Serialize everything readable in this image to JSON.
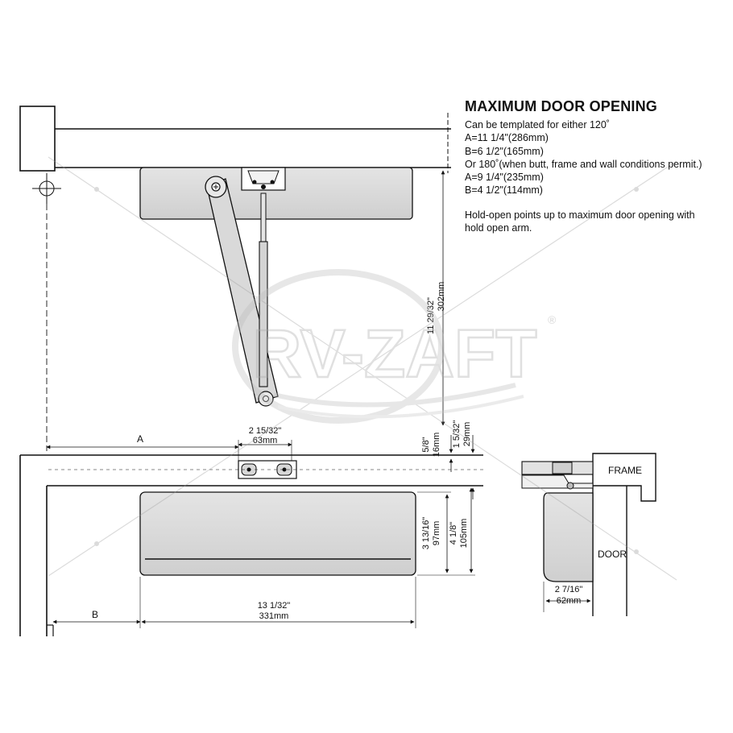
{
  "spec": {
    "title": "MAXIMUM DOOR OPENING",
    "line1": "Can be templated for either 120˚",
    "line2": "A=11 1/4\"(286mm)",
    "line3": "B=6 1/2\"(165mm)",
    "line4": "Or 180˚(when butt, frame and wall conditions permit.)",
    "line5": "A=9 1/4\"(235mm)",
    "line6": "B=4 1/2\"(114mm)",
    "note1": "Hold-open points up to maximum door opening with",
    "note2": "hold open arm."
  },
  "dimensions": {
    "height_in": "11  29/32\"",
    "height_mm": "302mm",
    "a_label": "A",
    "b_label": "B",
    "bracket_in": "2  15/32\"",
    "bracket_mm": "63mm",
    "d58_in": "5/8\"",
    "d58_mm": "16mm",
    "d1532_in": "1 5/32\"",
    "d1532_mm": "29mm",
    "body_h_in": "3 13/16\"",
    "body_h_mm": "97mm",
    "total_h_in": "4  1/8\"",
    "total_h_mm": "105mm",
    "length_in": "13  1/32\"",
    "length_mm": "331mm",
    "side_w_in": "2  7/16\"",
    "side_w_mm": "62mm"
  },
  "labels": {
    "frame": "FRAME",
    "door": "DOOR"
  },
  "watermark": {
    "text": "RV-ZAFT",
    "mark": "®"
  }
}
